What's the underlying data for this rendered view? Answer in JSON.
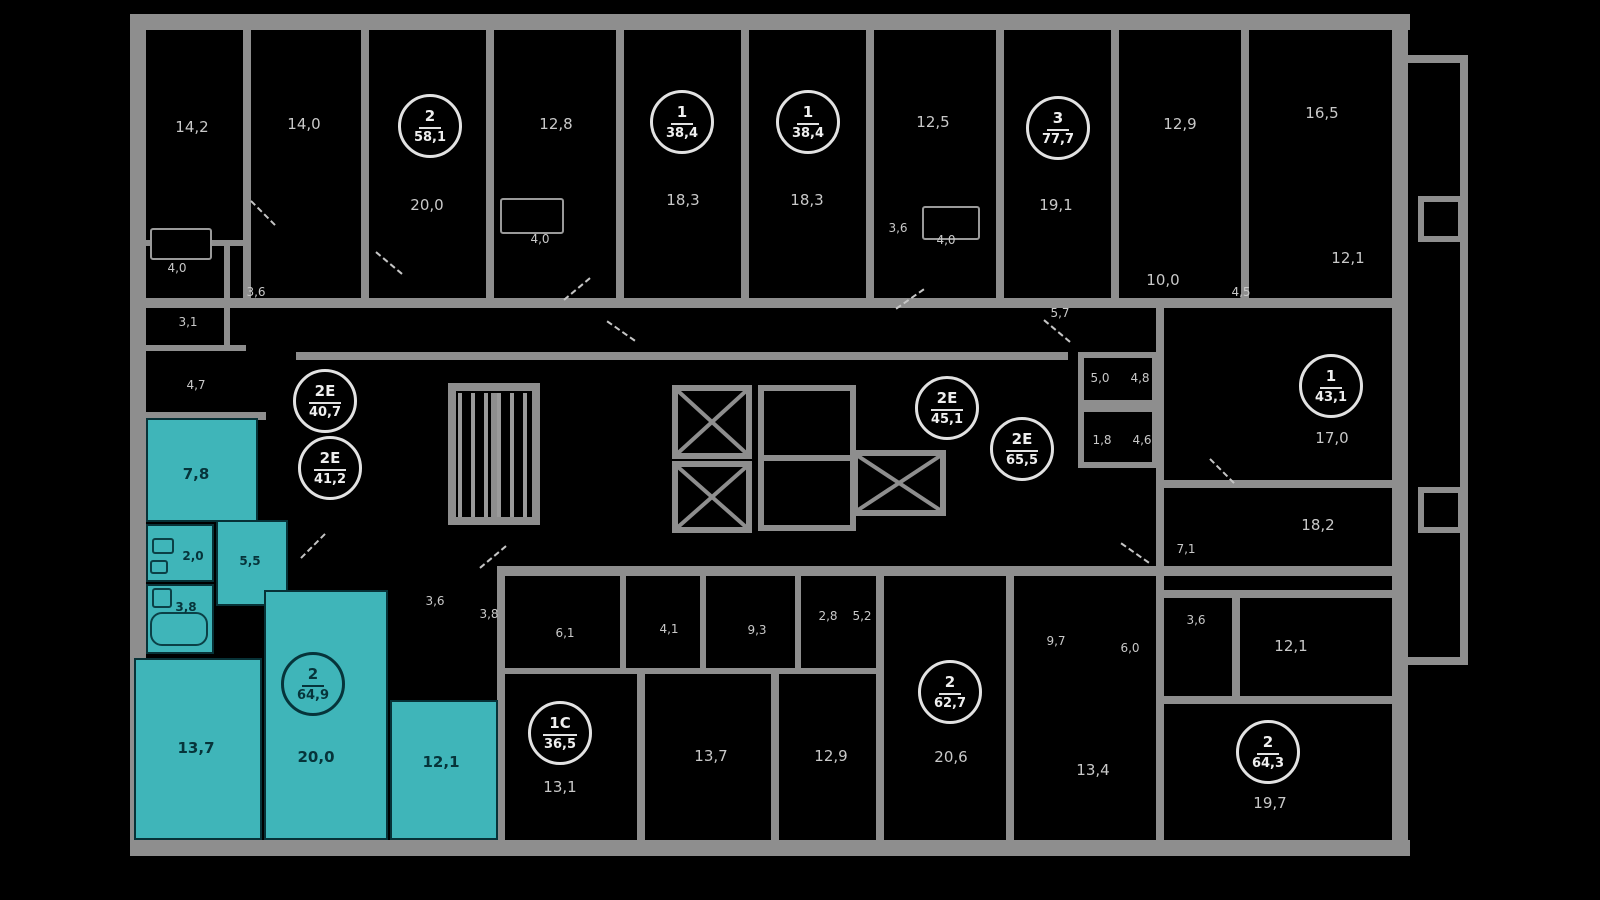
{
  "colors": {
    "background": "#000000",
    "walls": "#8e8e8e",
    "highlight": "#3fb5b9",
    "text_on_dark": "#c9c9c9",
    "text_on_highlight": "#06343a"
  },
  "badges": [
    {
      "rooms": "2",
      "area": "58,1"
    },
    {
      "rooms": "1",
      "area": "38,4"
    },
    {
      "rooms": "1",
      "area": "38,4"
    },
    {
      "rooms": "3",
      "area": "77,7"
    },
    {
      "rooms": "2Е",
      "area": "40,7"
    },
    {
      "rooms": "2Е",
      "area": "41,2"
    },
    {
      "rooms": "2Е",
      "area": "45,1"
    },
    {
      "rooms": "2Е",
      "area": "65,5"
    },
    {
      "rooms": "1",
      "area": "43,1"
    },
    {
      "rooms": "1С",
      "area": "36,5"
    },
    {
      "rooms": "2",
      "area": "62,7"
    },
    {
      "rooms": "2",
      "area": "64,3"
    }
  ],
  "highlight_badge": {
    "rooms": "2",
    "area": "64,9"
  },
  "room_labels": [
    {
      "t": "14,2"
    },
    {
      "t": "14,0"
    },
    {
      "t": "20,0"
    },
    {
      "t": "12,8"
    },
    {
      "t": "4,0"
    },
    {
      "t": "18,3"
    },
    {
      "t": "18,3"
    },
    {
      "t": "12,5"
    },
    {
      "t": "3,6"
    },
    {
      "t": "4,0"
    },
    {
      "t": "19,1"
    },
    {
      "t": "12,9"
    },
    {
      "t": "10,0"
    },
    {
      "t": "4,5"
    },
    {
      "t": "16,5"
    },
    {
      "t": "12,1"
    },
    {
      "t": "4,0"
    },
    {
      "t": "3,1"
    },
    {
      "t": "3,6"
    },
    {
      "t": "4,7"
    },
    {
      "t": "5,7"
    },
    {
      "t": "17,0"
    },
    {
      "t": "18,2"
    },
    {
      "t": "12,1"
    },
    {
      "t": "7,1"
    },
    {
      "t": "3,6"
    },
    {
      "t": "6,0"
    },
    {
      "t": "9,7"
    },
    {
      "t": "3,6"
    },
    {
      "t": "3,8"
    },
    {
      "t": "6,1"
    },
    {
      "t": "4,1"
    },
    {
      "t": "9,3"
    },
    {
      "t": "2,8"
    },
    {
      "t": "5,2"
    },
    {
      "t": "13,7"
    },
    {
      "t": "12,9"
    },
    {
      "t": "20,6"
    },
    {
      "t": "13,4"
    },
    {
      "t": "13,1"
    },
    {
      "t": "19,7"
    },
    {
      "t": "5,0"
    },
    {
      "t": "4,8"
    },
    {
      "t": "1,8"
    },
    {
      "t": "4,6"
    }
  ],
  "hl_rooms": [
    {
      "t": "7,8"
    },
    {
      "t": "2,0"
    },
    {
      "t": "5,5"
    },
    {
      "t": "3,8"
    },
    {
      "t": "13,7"
    },
    {
      "t": "20,0"
    },
    {
      "t": "12,1"
    }
  ]
}
